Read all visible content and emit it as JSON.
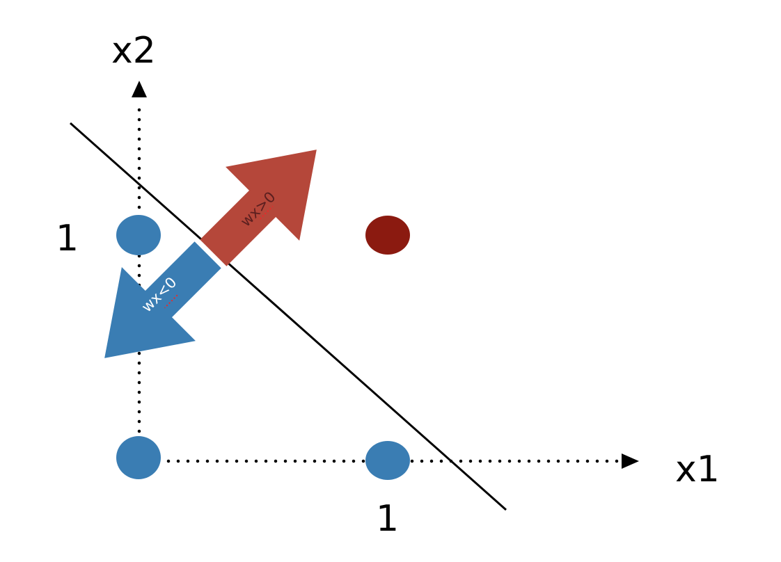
{
  "axes": {
    "x_label": "x1",
    "y_label": "x2",
    "x_tick": "1",
    "y_tick": "1"
  },
  "arrows": {
    "positive_label": "wx>0",
    "negative_label": "wx<0"
  },
  "colors": {
    "negative_class": "#3a7db3",
    "positive_class": "#8b1a10",
    "positive_arrow": "#b5473a",
    "negative_arrow": "#3a7db3",
    "positive_label_text": "#5a1f1f",
    "negative_label_text": "#ffffff",
    "underline": "#e82a2a",
    "line": "#000000"
  }
}
